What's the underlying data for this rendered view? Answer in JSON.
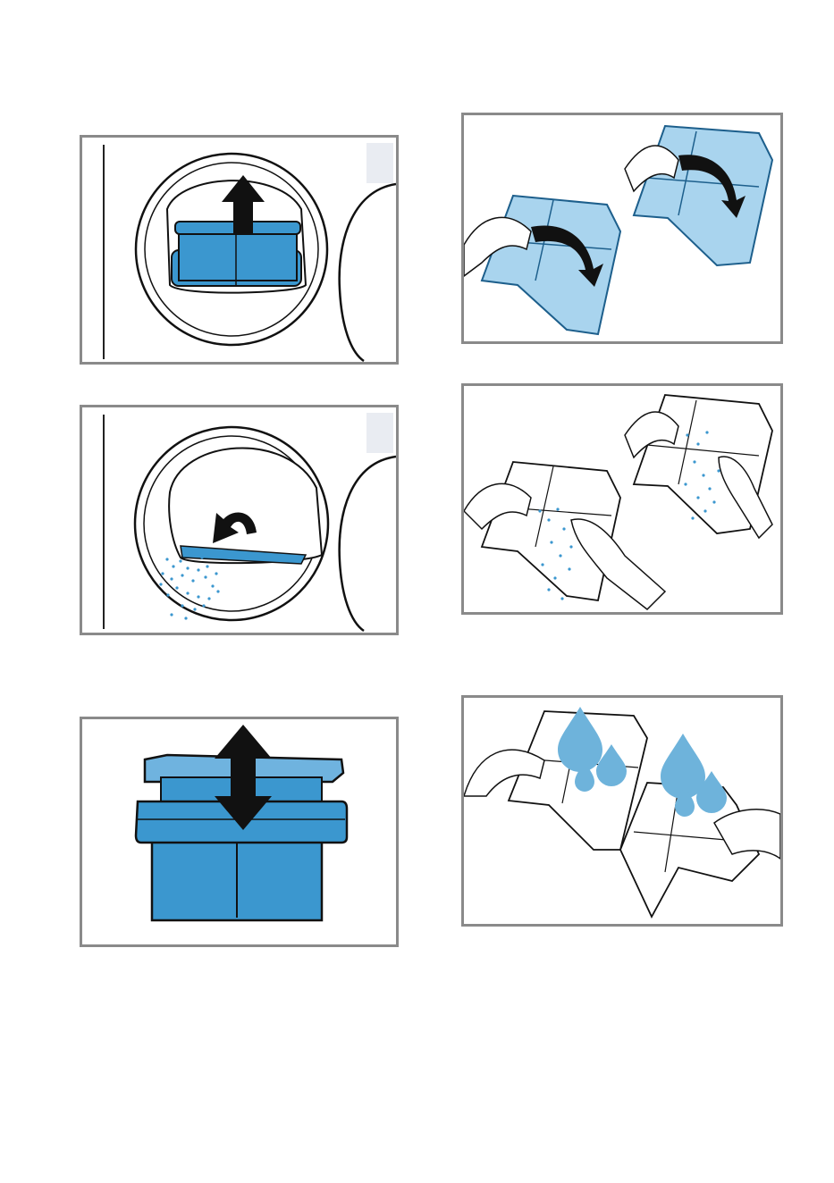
{
  "page": {
    "background": "#ffffff"
  },
  "colors": {
    "frame": "#8a8a8a",
    "filter_blue": "#3b97cf",
    "filter_light_blue": "#a9d4ee",
    "lint_blue": "#3b97cf",
    "water_drop": "#6eb3db",
    "arrow": "#111111",
    "side_panel": "#e9ecf2"
  },
  "steps": [
    {
      "id": "step-1",
      "icon": "pull-out-filter-from-door-illustration"
    },
    {
      "id": "step-2",
      "icon": "clear-lint-from-filter-housing-illustration"
    },
    {
      "id": "step-3",
      "icon": "separate-inner-outer-filter-illustration"
    },
    {
      "id": "step-4",
      "icon": "open-filter-halves-illustration"
    },
    {
      "id": "step-5",
      "icon": "remove-lint-by-hand-illustration"
    },
    {
      "id": "step-6",
      "icon": "rinse-filter-under-water-illustration"
    }
  ]
}
